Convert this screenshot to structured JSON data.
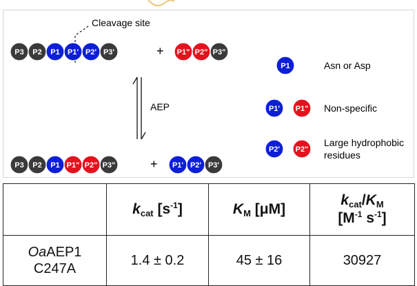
{
  "diagram": {
    "cleavage_label": "Cleavage site",
    "plus_sign": "+",
    "enzyme_label": "AEP",
    "top_left_chain": [
      "P3",
      "P2",
      "P1",
      "P1'",
      "P2'",
      "P3'"
    ],
    "top_right_chain": [
      "P1\"",
      "P2\"",
      "P3\""
    ],
    "bottom_left_chain": [
      "P3",
      "P2",
      "P1",
      "P1\"",
      "P2\"",
      "P3\""
    ],
    "bottom_right_chain": [
      "P1'",
      "P2'",
      "P3'"
    ],
    "legend": [
      {
        "badges": [
          "P1"
        ],
        "text_lines": [
          "Asn or Asp"
        ]
      },
      {
        "badges": [
          "P1'",
          "P1\""
        ],
        "text_lines": [
          "Non-specific"
        ]
      },
      {
        "badges": [
          "P2'",
          "P2\""
        ],
        "text_lines": [
          "Large hydrophobic",
          "residues"
        ]
      }
    ],
    "colors": {
      "dark": "#3a3a3a",
      "blue": "#0d1fd6",
      "red": "#e3121d"
    }
  },
  "table": {
    "headers": {
      "kcat_main": "k",
      "kcat_sub": "cat",
      "kcat_unit": " [s",
      "kcat_unit_sup": "-1",
      "kcat_unit_end": "]",
      "km_main": "K",
      "km_sub": "M",
      "km_unit": " [μM]",
      "ratio_k": "k",
      "ratio_k_sub": "cat",
      "ratio_slash": "/",
      "ratio_K": "K",
      "ratio_K_sub": "M",
      "ratio_unit_a": "[M",
      "ratio_unit_a_sup": "-1",
      "ratio_unit_b": " s",
      "ratio_unit_b_sup": "-1",
      "ratio_unit_end": "]"
    },
    "rows": [
      {
        "name_italic": "Oa",
        "name_rest": "AEP1",
        "name_line2": "C247A",
        "kcat": "1.4 ± 0.2",
        "km": "45 ± 16",
        "ratio": "30927"
      }
    ]
  }
}
